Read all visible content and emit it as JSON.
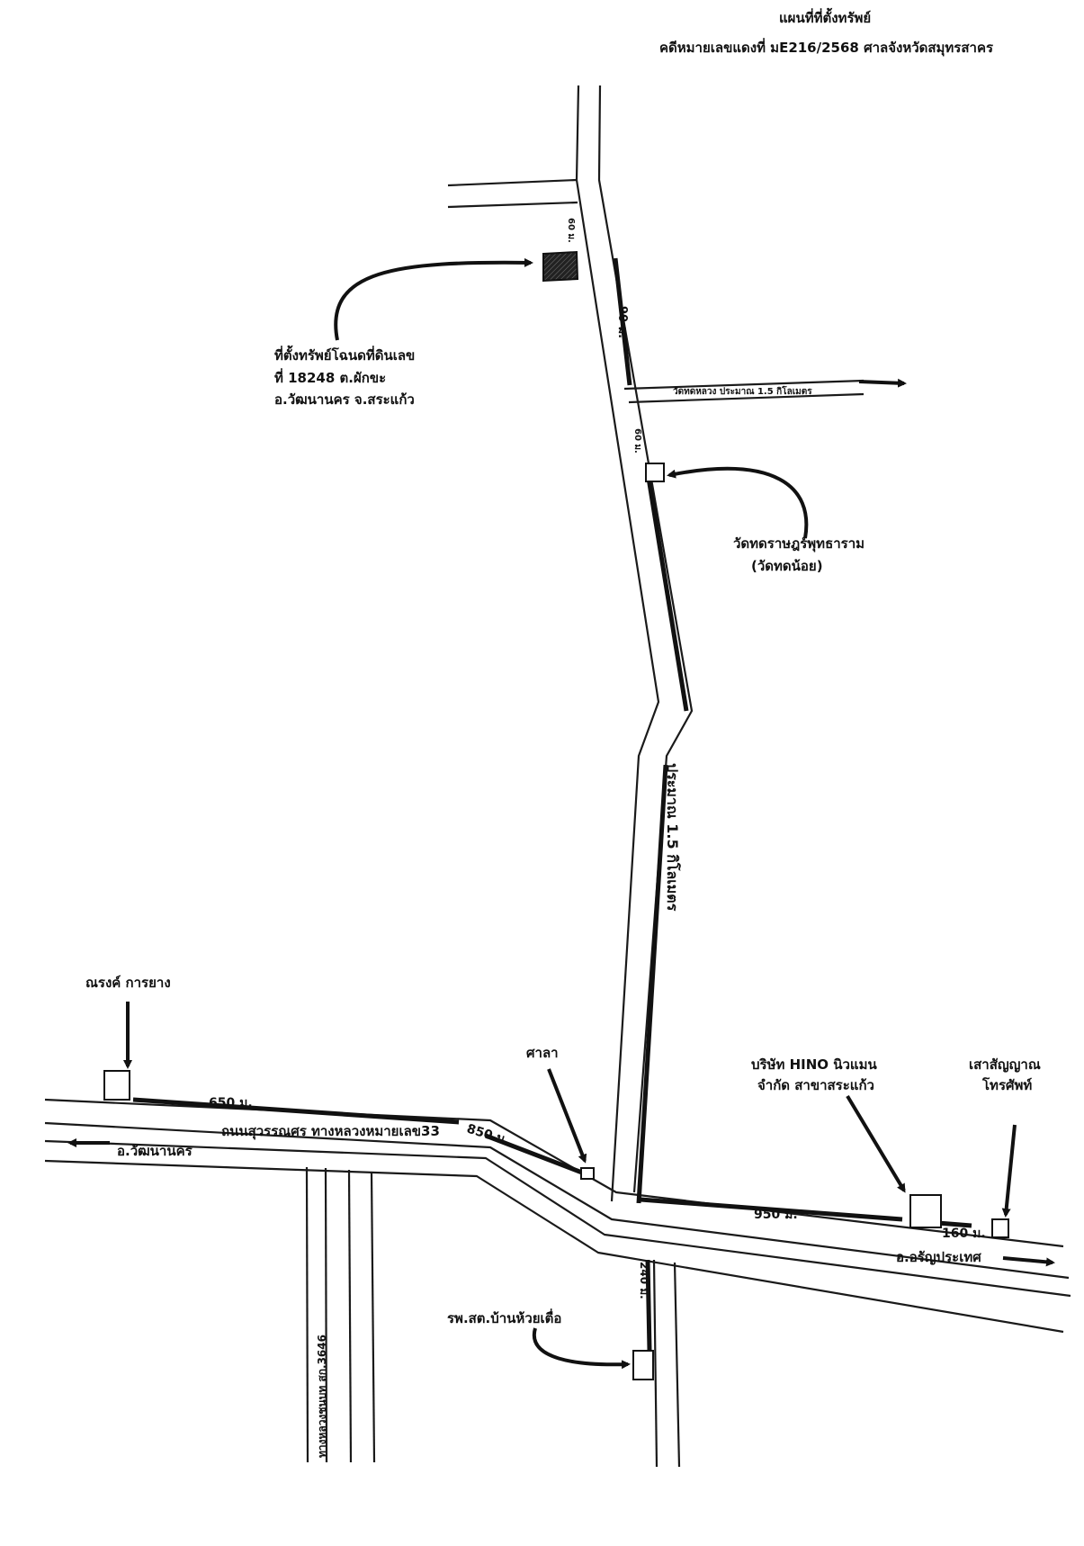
{
  "header": {
    "title": "แผนที่ที่ตั้งทรัพย์",
    "case_line": "คดีหมายเลขแดงที่ มE216/2568 ศาลจังหวัดสมุทรสาคร"
  },
  "property": {
    "line1": "ที่ตั้งทรัพย์โฉนดที่ดินเลข",
    "line2": "ที่ 18248 ต.ผักขะ",
    "line3": "อ.วัฒนานคร จ.สระแก้ว"
  },
  "roads": {
    "wat_luang_road": "วัดทดหลวง ประมาณ 1.5 กิโลเมตร",
    "north_road_distance": "ประมาณ 1.5 กิโลเมตร",
    "main_road": "ถนนสุวรรณศร ทางหลวงหมายเลข33",
    "rural_road": "ทางหลวงชนบท สก.3646",
    "to_watthana_nakhon": "อ.วัฒนานคร",
    "to_aranyaprathet": "อ.อรัญประเทศ"
  },
  "distances": {
    "d60_top": "60 ม.",
    "d90": "90 ม.",
    "d60_mid": "60 ม.",
    "d650": "650 ม.",
    "d850": "850 ม.",
    "d950": "950 ม.",
    "d160": "160 ม.",
    "d240": "240 ม."
  },
  "landmarks": {
    "wat_line1": "วัดทดราษฎร์พุทธาราม",
    "wat_line2": "(วัดทดน้อย)",
    "narong": "ณรงค์ การยาง",
    "sala": "ศาลา",
    "hino_line1": "บริษัท HINO นิวแมน",
    "hino_line2": "จำกัด สาขาสระแก้ว",
    "pole_line1": "เสาสัญญาณ",
    "pole_line2": "โทรศัพท์",
    "clinic": "รพ.สต.บ้านห้วยเตื่อ"
  }
}
